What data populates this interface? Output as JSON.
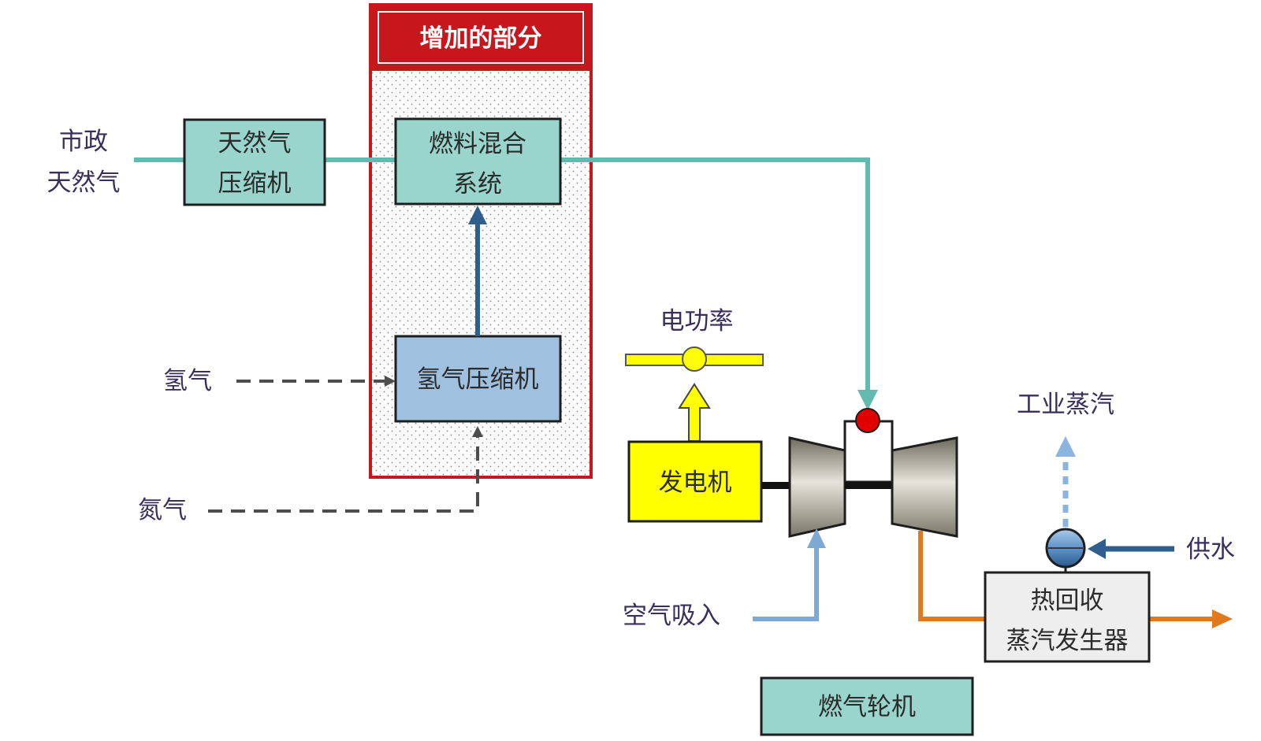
{
  "header": {
    "added_section": "增加的部分"
  },
  "labels": {
    "municipal_gas_line1": "市政",
    "municipal_gas_line2": "天然气",
    "hydrogen": "氢气",
    "nitrogen": "氮气",
    "electric_power": "电功率",
    "air_intake": "空气吸入",
    "industrial_steam": "工业蒸汽",
    "water_supply": "供水"
  },
  "boxes": {
    "ng_compressor_line1": "天然气",
    "ng_compressor_line2": "压缩机",
    "fuel_mixing_line1": "燃料混合",
    "fuel_mixing_line2": "系统",
    "h2_compressor": "氢气压缩机",
    "generator": "发电机",
    "hrsg_line1": "热回收",
    "hrsg_line2": "蒸汽发生器",
    "gas_turbine": "燃气轮机"
  },
  "colors": {
    "frame_red": "#c8161d",
    "box_teal": "#99d5cc",
    "line_teal": "#62bab0",
    "h2_box": "#9fc0df",
    "arrow_blue": "#2f5f8f",
    "generator_yellow": "#ffff00",
    "air_blue": "#7ea9d4",
    "exhaust_orange": "#e07a1c",
    "dashed_gray": "#4d4d4d",
    "steam_blue": "#8bb4de",
    "hrsg_box": "#eeeeee",
    "valve_red": "#e00000"
  }
}
